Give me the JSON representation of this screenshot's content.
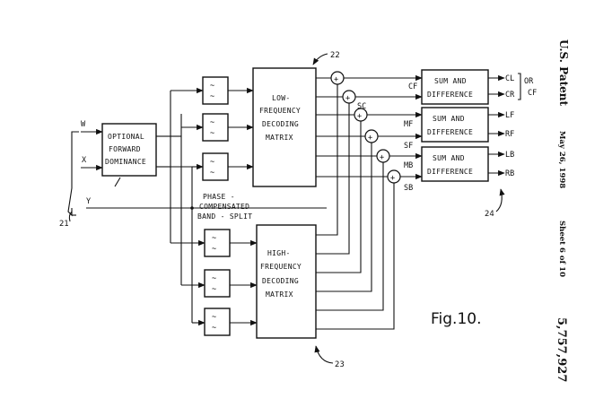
{
  "header": {
    "office": "U.S. Patent",
    "date": "May 26, 1998",
    "sheet": "Sheet 6 of 10",
    "patent_number": "5,757,927"
  },
  "figure_label": "Fig.10.",
  "inputs": {
    "w": "W",
    "x": "X",
    "y": "Y"
  },
  "ref_numbers": {
    "r21": "21",
    "r22": "22",
    "r23": "23",
    "r24": "24"
  },
  "blocks": {
    "forward_dominance": [
      "OPTIONAL",
      "FORWARD",
      "DOMINANCE"
    ],
    "band_split": [
      "PHASE -",
      "COMPENSATED",
      "BAND - SPLIT"
    ],
    "lf_matrix": [
      "LOW-",
      "FREQUENCY",
      "DECODING",
      "MATRIX"
    ],
    "hf_matrix": [
      "HIGH-",
      "FREQUENCY",
      "DECODING",
      "MATRIX"
    ],
    "sum_diff_1": [
      "SUM AND",
      "DIFFERENCE"
    ],
    "sum_diff_2": [
      "SUM AND",
      "DIFFERENCE"
    ],
    "sum_diff_3": [
      "SUM AND",
      "DIFFERENCE"
    ]
  },
  "adder_symbol": "+",
  "filter_symbols": {
    "low": "~",
    "high": "~"
  },
  "signals": {
    "cf": "CF",
    "sc": "SC",
    "mf": "MF",
    "sf": "SF",
    "mb": "MB",
    "sb": "SB"
  },
  "outputs": {
    "cl": "CL",
    "cr": "CR",
    "or": "OR",
    "cf": "CF",
    "lf": "LF",
    "rf": "RF",
    "lb": "LB",
    "rb": "RB"
  }
}
